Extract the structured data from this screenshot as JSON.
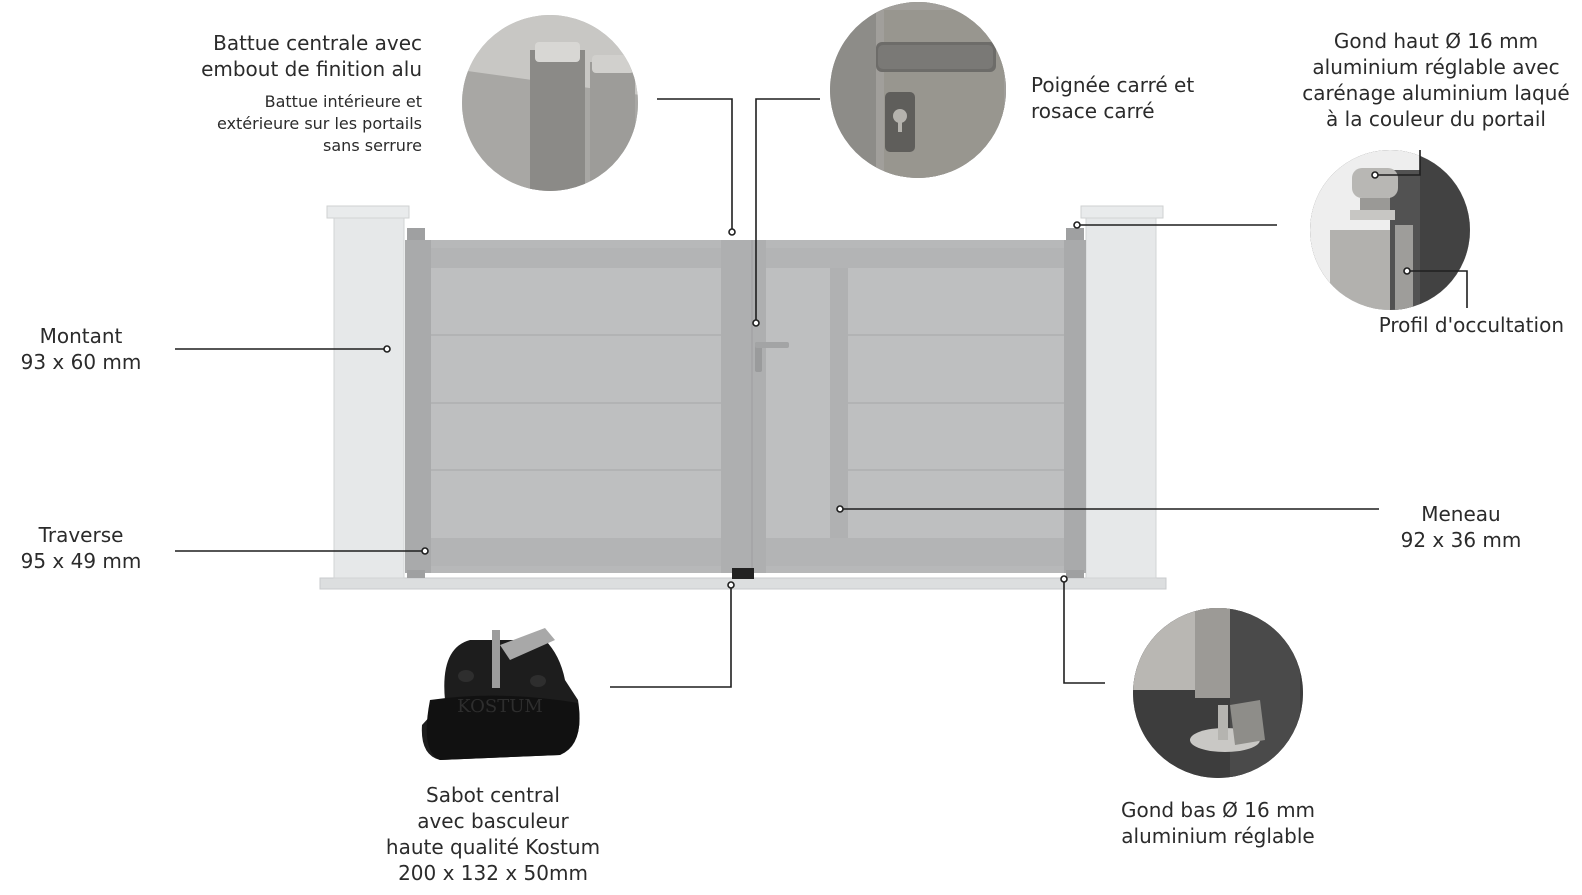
{
  "labels": {
    "battue_centrale": [
      "Battue centrale avec",
      "embout de finition alu"
    ],
    "battue_interieure": [
      "Battue intérieure et",
      "extérieure sur les portails",
      "sans serrure"
    ],
    "poignee": [
      "Poignée carré et",
      "rosace carré"
    ],
    "gond_haut": [
      "Gond haut Ø 16 mm",
      "aluminium réglable avec",
      "carénage aluminium laqué",
      "à la couleur du portail"
    ],
    "profil": [
      "Profil d'occultation"
    ],
    "montant": [
      "Montant",
      "93 x 60 mm"
    ],
    "traverse": [
      "Traverse",
      "95 x 49 mm"
    ],
    "meneau": [
      "Meneau",
      "92 x 36 mm"
    ],
    "sabot": [
      "Sabot central",
      "avec basculeur",
      "haute qualité Kostum",
      "200 x 132 x 50mm"
    ],
    "gond_bas": [
      "Gond bas Ø 16 mm",
      "aluminium réglable"
    ]
  },
  "sabot_brand": "KOSTUM",
  "colors": {
    "gate": "#bcbdbe",
    "gate_dark": "#a9aaab",
    "pillar": "#e3e5e6",
    "leader": "#1f1f1f",
    "detail_bg": "#8f8e8a"
  }
}
